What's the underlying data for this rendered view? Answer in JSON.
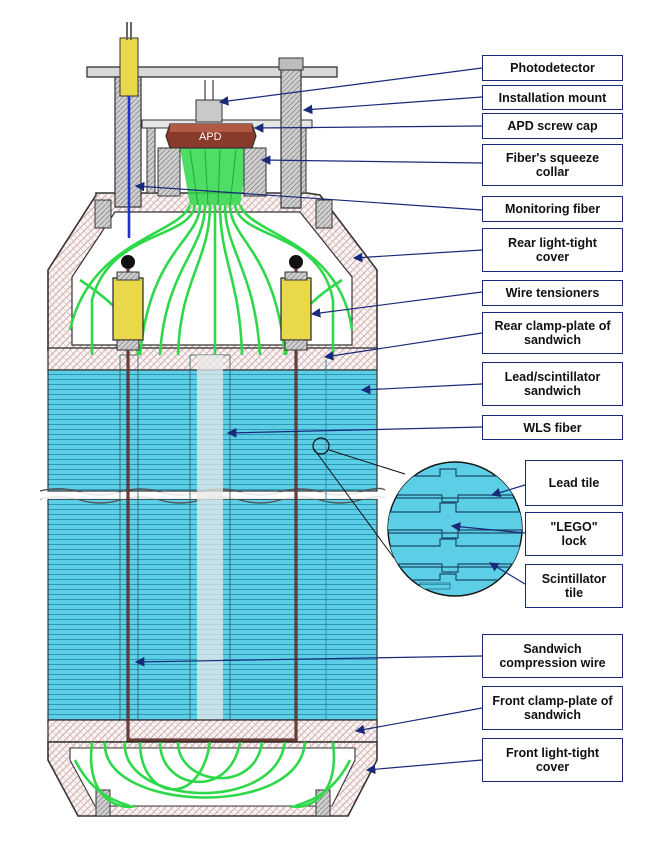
{
  "labels": {
    "photodetector": "Photodetector",
    "installation_mount": "Installation mount",
    "apd_screw_cap": "APD screw cap",
    "fibers_squeeze_collar": "Fiber's squeeze collar",
    "monitoring_fiber": "Monitoring fiber",
    "rear_light_tight_cover": "Rear light-tight cover",
    "wire_tensioners": "Wire tensioners",
    "rear_clamp_plate": "Rear clamp-plate of sandwich",
    "lead_scintillator_sandwich": "Lead/scintillator sandwich",
    "wls_fiber": "WLS fiber",
    "lead_tile": "Lead tile",
    "lego_lock": "\"LEGO\" lock",
    "scintillator_tile": "Scintillator tile",
    "sandwich_compression_wire": "Sandwich compression wire",
    "front_clamp_plate": "Front clamp-plate of sandwich",
    "front_light_tight_cover": "Front light-tight cover"
  },
  "apd_text": "APD",
  "colors": {
    "scintillator": "#5ccfe6",
    "fiber": "#2fd84a",
    "label_border": "#1a2a7a",
    "arrow": "#1a2a7a",
    "hatch": "#c9a0a0",
    "tensioner": "#e8d84a",
    "apd_cap": "#8a3a2a",
    "monitoring_fiber": "#1f2fd0"
  }
}
